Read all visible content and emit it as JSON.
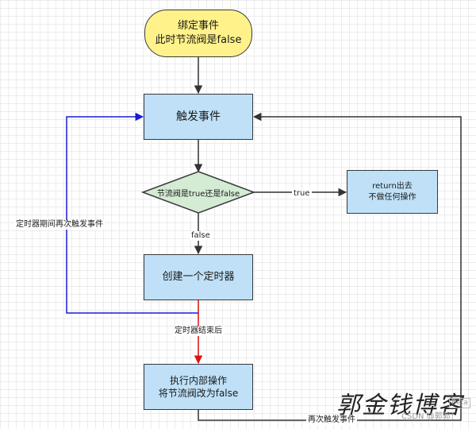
{
  "nodes": {
    "start": [
      "绑定事件",
      "此时节流阀是false"
    ],
    "trigger": "触发事件",
    "decision": "节流阀是true还是false",
    "return_node": [
      "return出去",
      "不做任何操作"
    ],
    "create_timer": "创建一个定时器",
    "execute": [
      "执行内部操作",
      "将节流阀改为false"
    ]
  },
  "edges": {
    "true_label": "true",
    "false_label": "false",
    "timer_end_label": "定时器结束后",
    "timer_loop_label": "定时器期间再次触发事件",
    "trigger_again_label": "再次触发事件"
  },
  "colors": {
    "start_fill": "#fff28a",
    "process_fill": "#bfe0f7",
    "decision_fill": "#d4ebd4",
    "arrow_default": "#333333",
    "arrow_loop": "#1a1ad8",
    "arrow_timer_end": "#e01010"
  },
  "watermark": {
    "text": "郭金钱博客",
    "csdn": "CSDN @郭郭！",
    "badge": "Beta"
  }
}
